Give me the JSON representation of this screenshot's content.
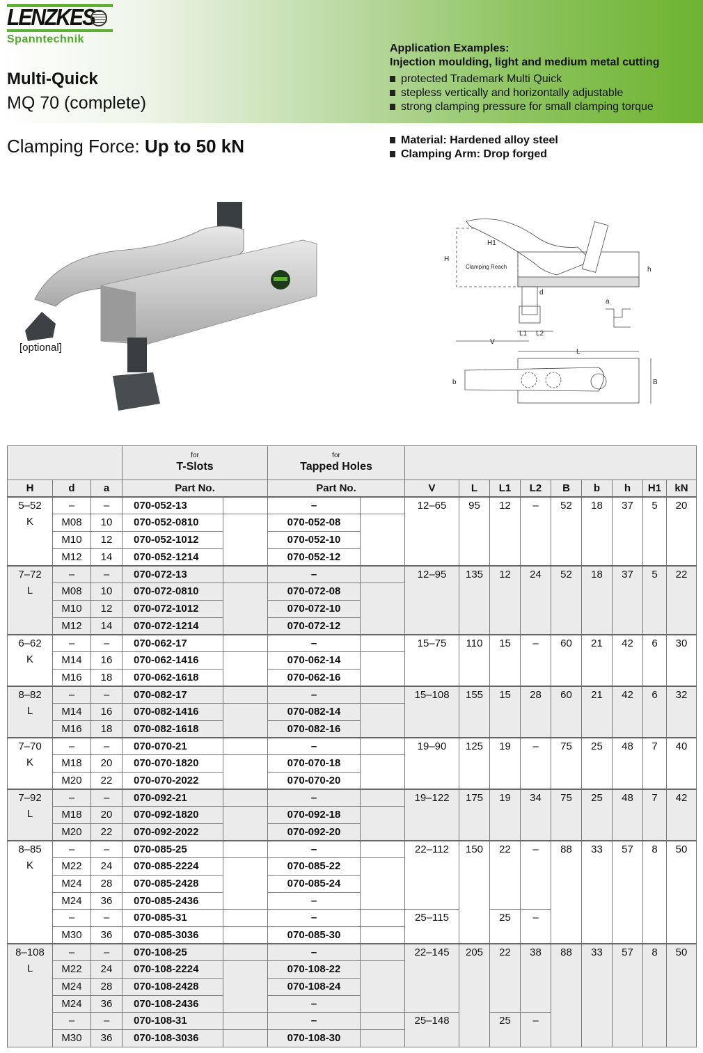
{
  "logo": {
    "brand": "LENZKES",
    "sub": "Spanntechnik"
  },
  "header": {
    "title": "Multi-Quick",
    "subtitle": "MQ 70 (complete)"
  },
  "application": {
    "heading": "Application Examples:",
    "subheading": "Injection moulding, light and medium metal cutting",
    "bullets": [
      "protected Trademark Multi Quick",
      "stepless vertically and horizontally adjustable",
      "strong clamping pressure for small clamping torque"
    ]
  },
  "force": {
    "label": "Clamping Force: ",
    "value": "Up to 50 kN"
  },
  "material": [
    "Material: Hardened alloy steel",
    "Clamping Arm: Drop forged"
  ],
  "photo": {
    "optional_label": "[optional]"
  },
  "drawing": {
    "labels": {
      "H": "H",
      "H1": "H1",
      "reach": "Clamping Reach",
      "h": "h",
      "d": "d",
      "a": "a",
      "L1": "L1",
      "L2": "L2",
      "V": "V",
      "L": "L",
      "b": "b",
      "B": "B"
    }
  },
  "table": {
    "group_headers": {
      "tslots_for": "for",
      "tslots": "T-Slots",
      "tapped_for": "for",
      "tapped": "Tapped Holes"
    },
    "columns": [
      "H",
      "d",
      "a",
      "Part No.",
      "Part No.",
      "V",
      "L",
      "L1",
      "L2",
      "B",
      "b",
      "h",
      "H1",
      "kN"
    ],
    "groups": [
      {
        "H": "5–52",
        "type": "K",
        "L": "95",
        "B": "52",
        "b": "18",
        "h": "37",
        "H1": "5",
        "kN": "20",
        "blanks": [
          1,
          3
        ],
        "rows": [
          [
            "–",
            "–",
            "070-052-13",
            "–"
          ],
          [
            "M08",
            "10",
            "070-052-0810",
            "070-052-08"
          ],
          [
            "M10",
            "12",
            "070-052-1012",
            "070-052-10"
          ],
          [
            "M12",
            "14",
            "070-052-1214",
            "070-052-12"
          ]
        ],
        "segments": [
          {
            "rows": 4,
            "V": "12–65",
            "L1": "12",
            "L2": "–"
          }
        ]
      },
      {
        "H": "7–72",
        "type": "L",
        "L": "135",
        "B": "52",
        "b": "18",
        "h": "37",
        "H1": "5",
        "kN": "22",
        "blanks": [
          1,
          3
        ],
        "rows": [
          [
            "–",
            "–",
            "070-072-13",
            "–"
          ],
          [
            "M08",
            "10",
            "070-072-0810",
            "070-072-08"
          ],
          [
            "M10",
            "12",
            "070-072-1012",
            "070-072-10"
          ],
          [
            "M12",
            "14",
            "070-072-1214",
            "070-072-12"
          ]
        ],
        "segments": [
          {
            "rows": 4,
            "V": "12–95",
            "L1": "12",
            "L2": "24"
          }
        ]
      },
      {
        "H": "6–62",
        "type": "K",
        "L": "110",
        "B": "60",
        "b": "21",
        "h": "42",
        "H1": "6",
        "kN": "30",
        "blanks": [
          1,
          2
        ],
        "rows": [
          [
            "–",
            "–",
            "070-062-17",
            "–"
          ],
          [
            "M14",
            "16",
            "070-062-1416",
            "070-062-14"
          ],
          [
            "M16",
            "18",
            "070-062-1618",
            "070-062-16"
          ]
        ],
        "segments": [
          {
            "rows": 3,
            "V": "15–75",
            "L1": "15",
            "L2": "–"
          }
        ]
      },
      {
        "H": "8–82",
        "type": "L",
        "L": "155",
        "B": "60",
        "b": "21",
        "h": "42",
        "H1": "6",
        "kN": "32",
        "blanks": [
          1,
          2
        ],
        "rows": [
          [
            "–",
            "–",
            "070-082-17",
            "–"
          ],
          [
            "M14",
            "16",
            "070-082-1416",
            "070-082-14"
          ],
          [
            "M16",
            "18",
            "070-082-1618",
            "070-082-16"
          ]
        ],
        "segments": [
          {
            "rows": 3,
            "V": "15–108",
            "L1": "15",
            "L2": "28"
          }
        ]
      },
      {
        "H": "7–70",
        "type": "K",
        "L": "125",
        "B": "75",
        "b": "25",
        "h": "48",
        "H1": "7",
        "kN": "40",
        "blanks": [
          1,
          2
        ],
        "rows": [
          [
            "–",
            "–",
            "070-070-21",
            "–"
          ],
          [
            "M18",
            "20",
            "070-070-1820",
            "070-070-18"
          ],
          [
            "M20",
            "22",
            "070-070-2022",
            "070-070-20"
          ]
        ],
        "segments": [
          {
            "rows": 3,
            "V": "19–90",
            "L1": "19",
            "L2": "–"
          }
        ]
      },
      {
        "H": "7–92",
        "type": "L",
        "L": "175",
        "B": "75",
        "b": "25",
        "h": "48",
        "H1": "7",
        "kN": "42",
        "blanks": [
          1,
          2
        ],
        "rows": [
          [
            "–",
            "–",
            "070-092-21",
            "–"
          ],
          [
            "M18",
            "20",
            "070-092-1820",
            "070-092-18"
          ],
          [
            "M20",
            "22",
            "070-092-2022",
            "070-092-20"
          ]
        ],
        "segments": [
          {
            "rows": 3,
            "V": "19–122",
            "L1": "19",
            "L2": "34"
          }
        ]
      },
      {
        "H": "8–85",
        "type": "K",
        "L": "150",
        "B": "88",
        "b": "33",
        "h": "57",
        "H1": "8",
        "kN": "50",
        "blanks": [
          1,
          3,
          1,
          1
        ],
        "rows": [
          [
            "–",
            "–",
            "070-085-25",
            "–"
          ],
          [
            "M22",
            "24",
            "070-085-2224",
            "070-085-22"
          ],
          [
            "M24",
            "28",
            "070-085-2428",
            "070-085-24"
          ],
          [
            "M24",
            "36",
            "070-085-2436",
            "–"
          ],
          [
            "–",
            "–",
            "070-085-31",
            "–"
          ],
          [
            "M30",
            "36",
            "070-085-3036",
            "070-085-30"
          ]
        ],
        "segments": [
          {
            "rows": 4,
            "V": "22–112",
            "L1": "22",
            "L2": "–"
          },
          {
            "rows": 2,
            "V": "25–115",
            "L1": "25",
            "L2": "–"
          }
        ]
      },
      {
        "H": "8–108",
        "type": "L",
        "L": "205",
        "B": "88",
        "b": "33",
        "h": "57",
        "H1": "8",
        "kN": "50",
        "blanks": [
          1,
          3,
          1,
          1
        ],
        "rows": [
          [
            "–",
            "–",
            "070-108-25",
            "–"
          ],
          [
            "M22",
            "24",
            "070-108-2224",
            "070-108-22"
          ],
          [
            "M24",
            "28",
            "070-108-2428",
            "070-108-24"
          ],
          [
            "M24",
            "36",
            "070-108-2436",
            "–"
          ],
          [
            "–",
            "–",
            "070-108-31",
            "–"
          ],
          [
            "M30",
            "36",
            "070-108-3036",
            "070-108-30"
          ]
        ],
        "segments": [
          {
            "rows": 4,
            "V": "22–145",
            "L1": "22",
            "L2": "38"
          },
          {
            "rows": 2,
            "V": "25–148",
            "L1": "25",
            "L2": "–"
          }
        ]
      }
    ]
  }
}
